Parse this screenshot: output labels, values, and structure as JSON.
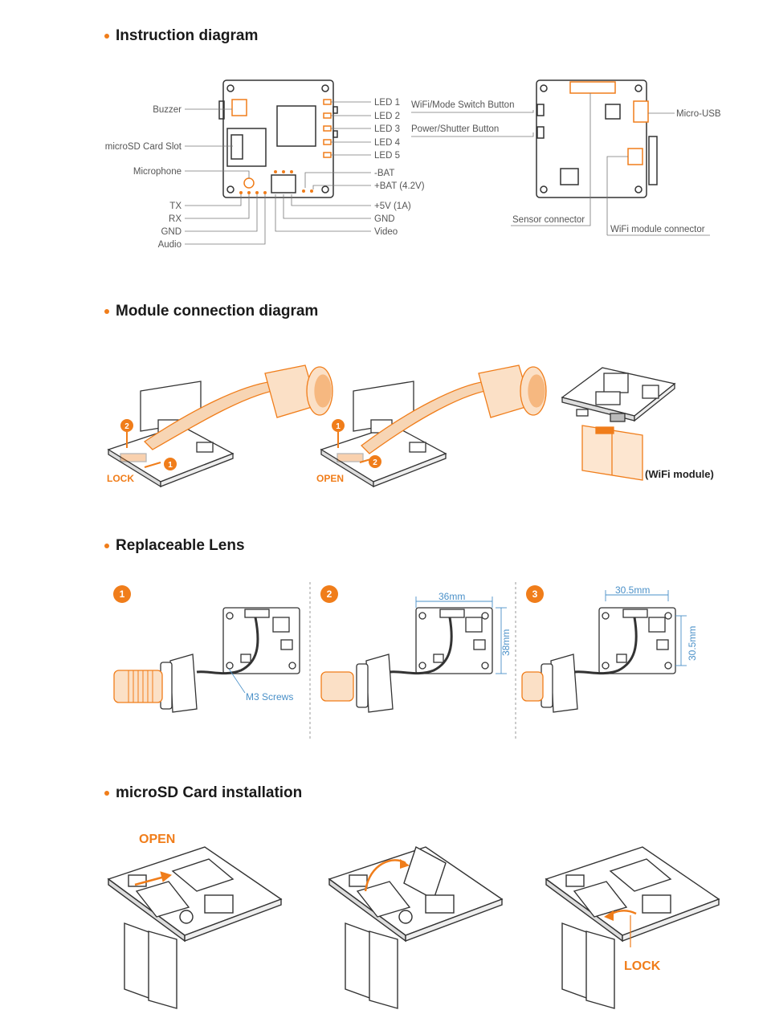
{
  "colors": {
    "accent": "#f07d1a",
    "dimension": "#4a90c8",
    "line": "#333333"
  },
  "sections": {
    "instruction": {
      "title": "Instruction diagram"
    },
    "module": {
      "title": "Module connection diagram"
    },
    "lens": {
      "title": "Replaceable Lens"
    },
    "microsd": {
      "title": "microSD Card installation"
    }
  },
  "instruction_labels": {
    "left": [
      "Buzzer",
      "microSD Card Slot",
      "Microphone",
      "TX",
      "RX",
      "GND",
      "Audio"
    ],
    "right": [
      "LED 1",
      "LED 2",
      "LED 3",
      "LED 4",
      "LED 5",
      "-BAT",
      "+BAT (4.2V)",
      "+5V (1A)",
      "GND",
      "Video"
    ],
    "back_left": [
      "WiFi/Mode Switch Button",
      "Power/Shutter Button"
    ],
    "back_right": [
      "Micro-USB"
    ],
    "back_bottom": [
      "Sensor connector",
      "WiFi module connector"
    ]
  },
  "module_labels": {
    "lock": "LOCK",
    "open": "OPEN",
    "wifi": "(WiFi module)",
    "step1": "1",
    "step2": "2"
  },
  "lens_steps": {
    "step1": "1",
    "step2": "2",
    "step3": "3",
    "screws": "M3 Screws",
    "dim_36": "36mm",
    "dim_38": "38mm",
    "dim_305a": "30.5mm",
    "dim_305b": "30.5mm"
  },
  "microsd_labels": {
    "open": "OPEN",
    "lock": "LOCK"
  }
}
